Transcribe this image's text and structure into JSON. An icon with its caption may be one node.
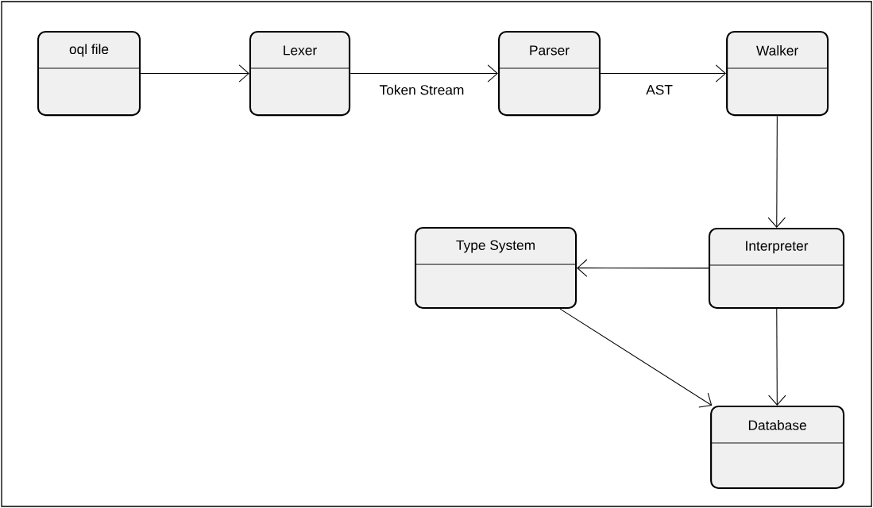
{
  "diagram": {
    "nodes": [
      {
        "text": [
          "oql file"
        ]
      },
      {
        "text": [
          "Lexer"
        ]
      },
      {
        "text": [
          "Parser"
        ]
      },
      {
        "text": [
          "Walker"
        ]
      },
      {
        "text": [
          "Type System"
        ]
      },
      {
        "text": [
          "Interpreter"
        ]
      },
      {
        "text": [
          "Database"
        ]
      }
    ],
    "edges": [
      {
        "from": 0,
        "to": 1,
        "arrow": "to"
      },
      {
        "from": 1,
        "to": 2,
        "arrow": "to",
        "label": "Token Stream"
      },
      {
        "from": 2,
        "to": 3,
        "arrow": "to",
        "label": "AST"
      },
      {
        "from": 3,
        "to": 5,
        "arrow": "to"
      },
      {
        "from": 5,
        "to": 4,
        "arrow": "to"
      },
      {
        "from": 4,
        "to": 6,
        "arrow": "to"
      },
      {
        "from": 5,
        "to": 6,
        "arrow": "to"
      }
    ]
  }
}
